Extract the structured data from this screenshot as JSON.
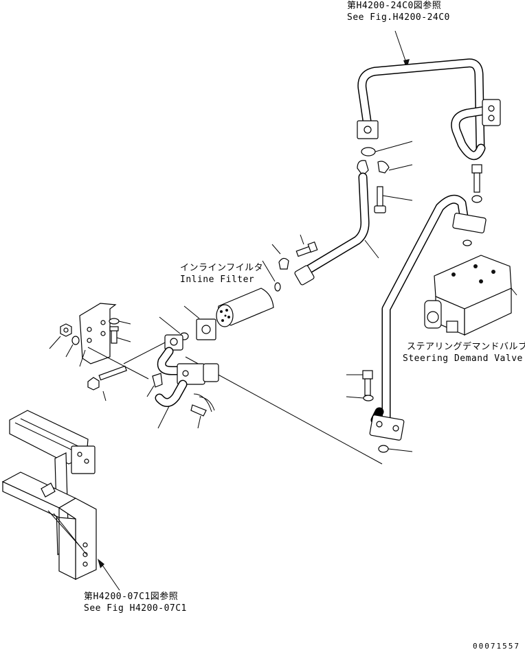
{
  "references": {
    "ref_top_jp": "第H4200-24C0図参照",
    "ref_top_en": "See Fig.H4200-24C0",
    "ref_bottom_jp": "第H4200-07C1図参照",
    "ref_bottom_en": "See Fig H4200-07C1"
  },
  "components": {
    "inline_filter_jp": "インラインフイルタ",
    "inline_filter_en": "Inline Filter",
    "steering_valve_jp": "ステアリングデマンドバルブ",
    "steering_valve_en": "Steering Demand Valve"
  },
  "drawing_number": "00071557",
  "colors": {
    "line": "#000000",
    "background": "#ffffff"
  }
}
